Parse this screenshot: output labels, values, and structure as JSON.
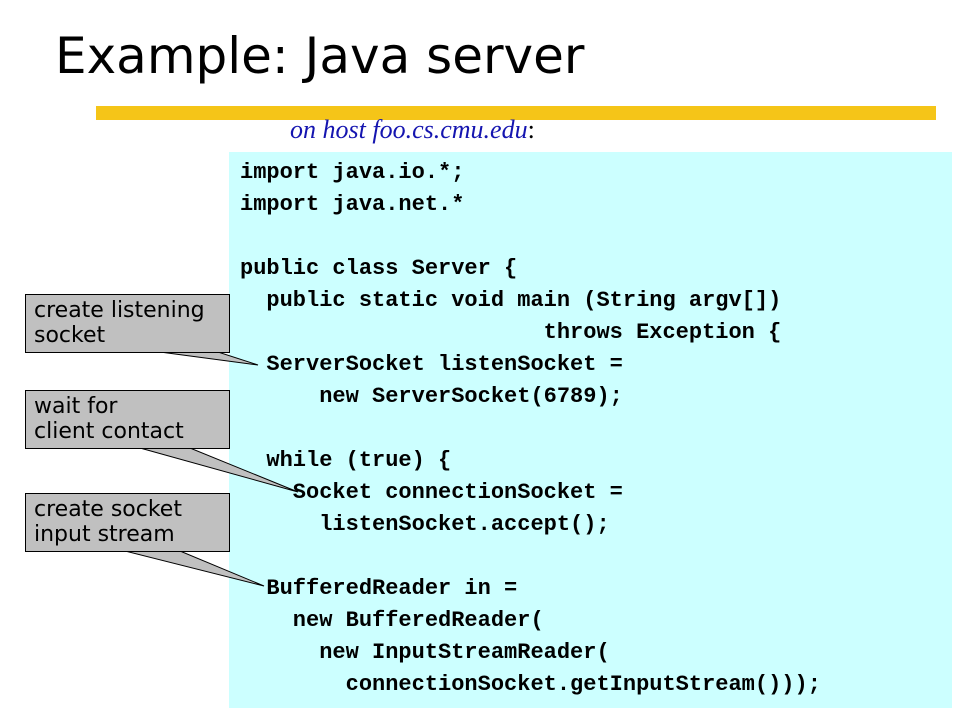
{
  "slide": {
    "title": "Example: Java server",
    "subtitle": "on host foo.cs.cmu.edu",
    "subtitle_suffix": ":"
  },
  "code": {
    "lines": [
      "import java.io.*;",
      "import java.net.*",
      "",
      "public class Server {",
      "  public static void main (String argv[])",
      "                       throws Exception {",
      "  ServerSocket listenSocket =",
      "      new ServerSocket(6789);",
      "",
      "  while (true) {",
      "    Socket connectionSocket =",
      "      listenSocket.accept();",
      "",
      "  BufferedReader in =",
      "    new BufferedReader(",
      "      new InputStreamReader(",
      "        connectionSocket.getInputStream()));"
    ]
  },
  "callouts": [
    {
      "line1": "create listening",
      "line2": "socket"
    },
    {
      "line1": "wait for",
      "line2": "client contact"
    },
    {
      "line1": "create socket",
      "line2": "input stream"
    }
  ],
  "colors": {
    "title_bar": "#f5c518",
    "code_background": "#ccffff",
    "subtitle_text": "#1515b0",
    "callout_background": "#c0c0c0"
  }
}
